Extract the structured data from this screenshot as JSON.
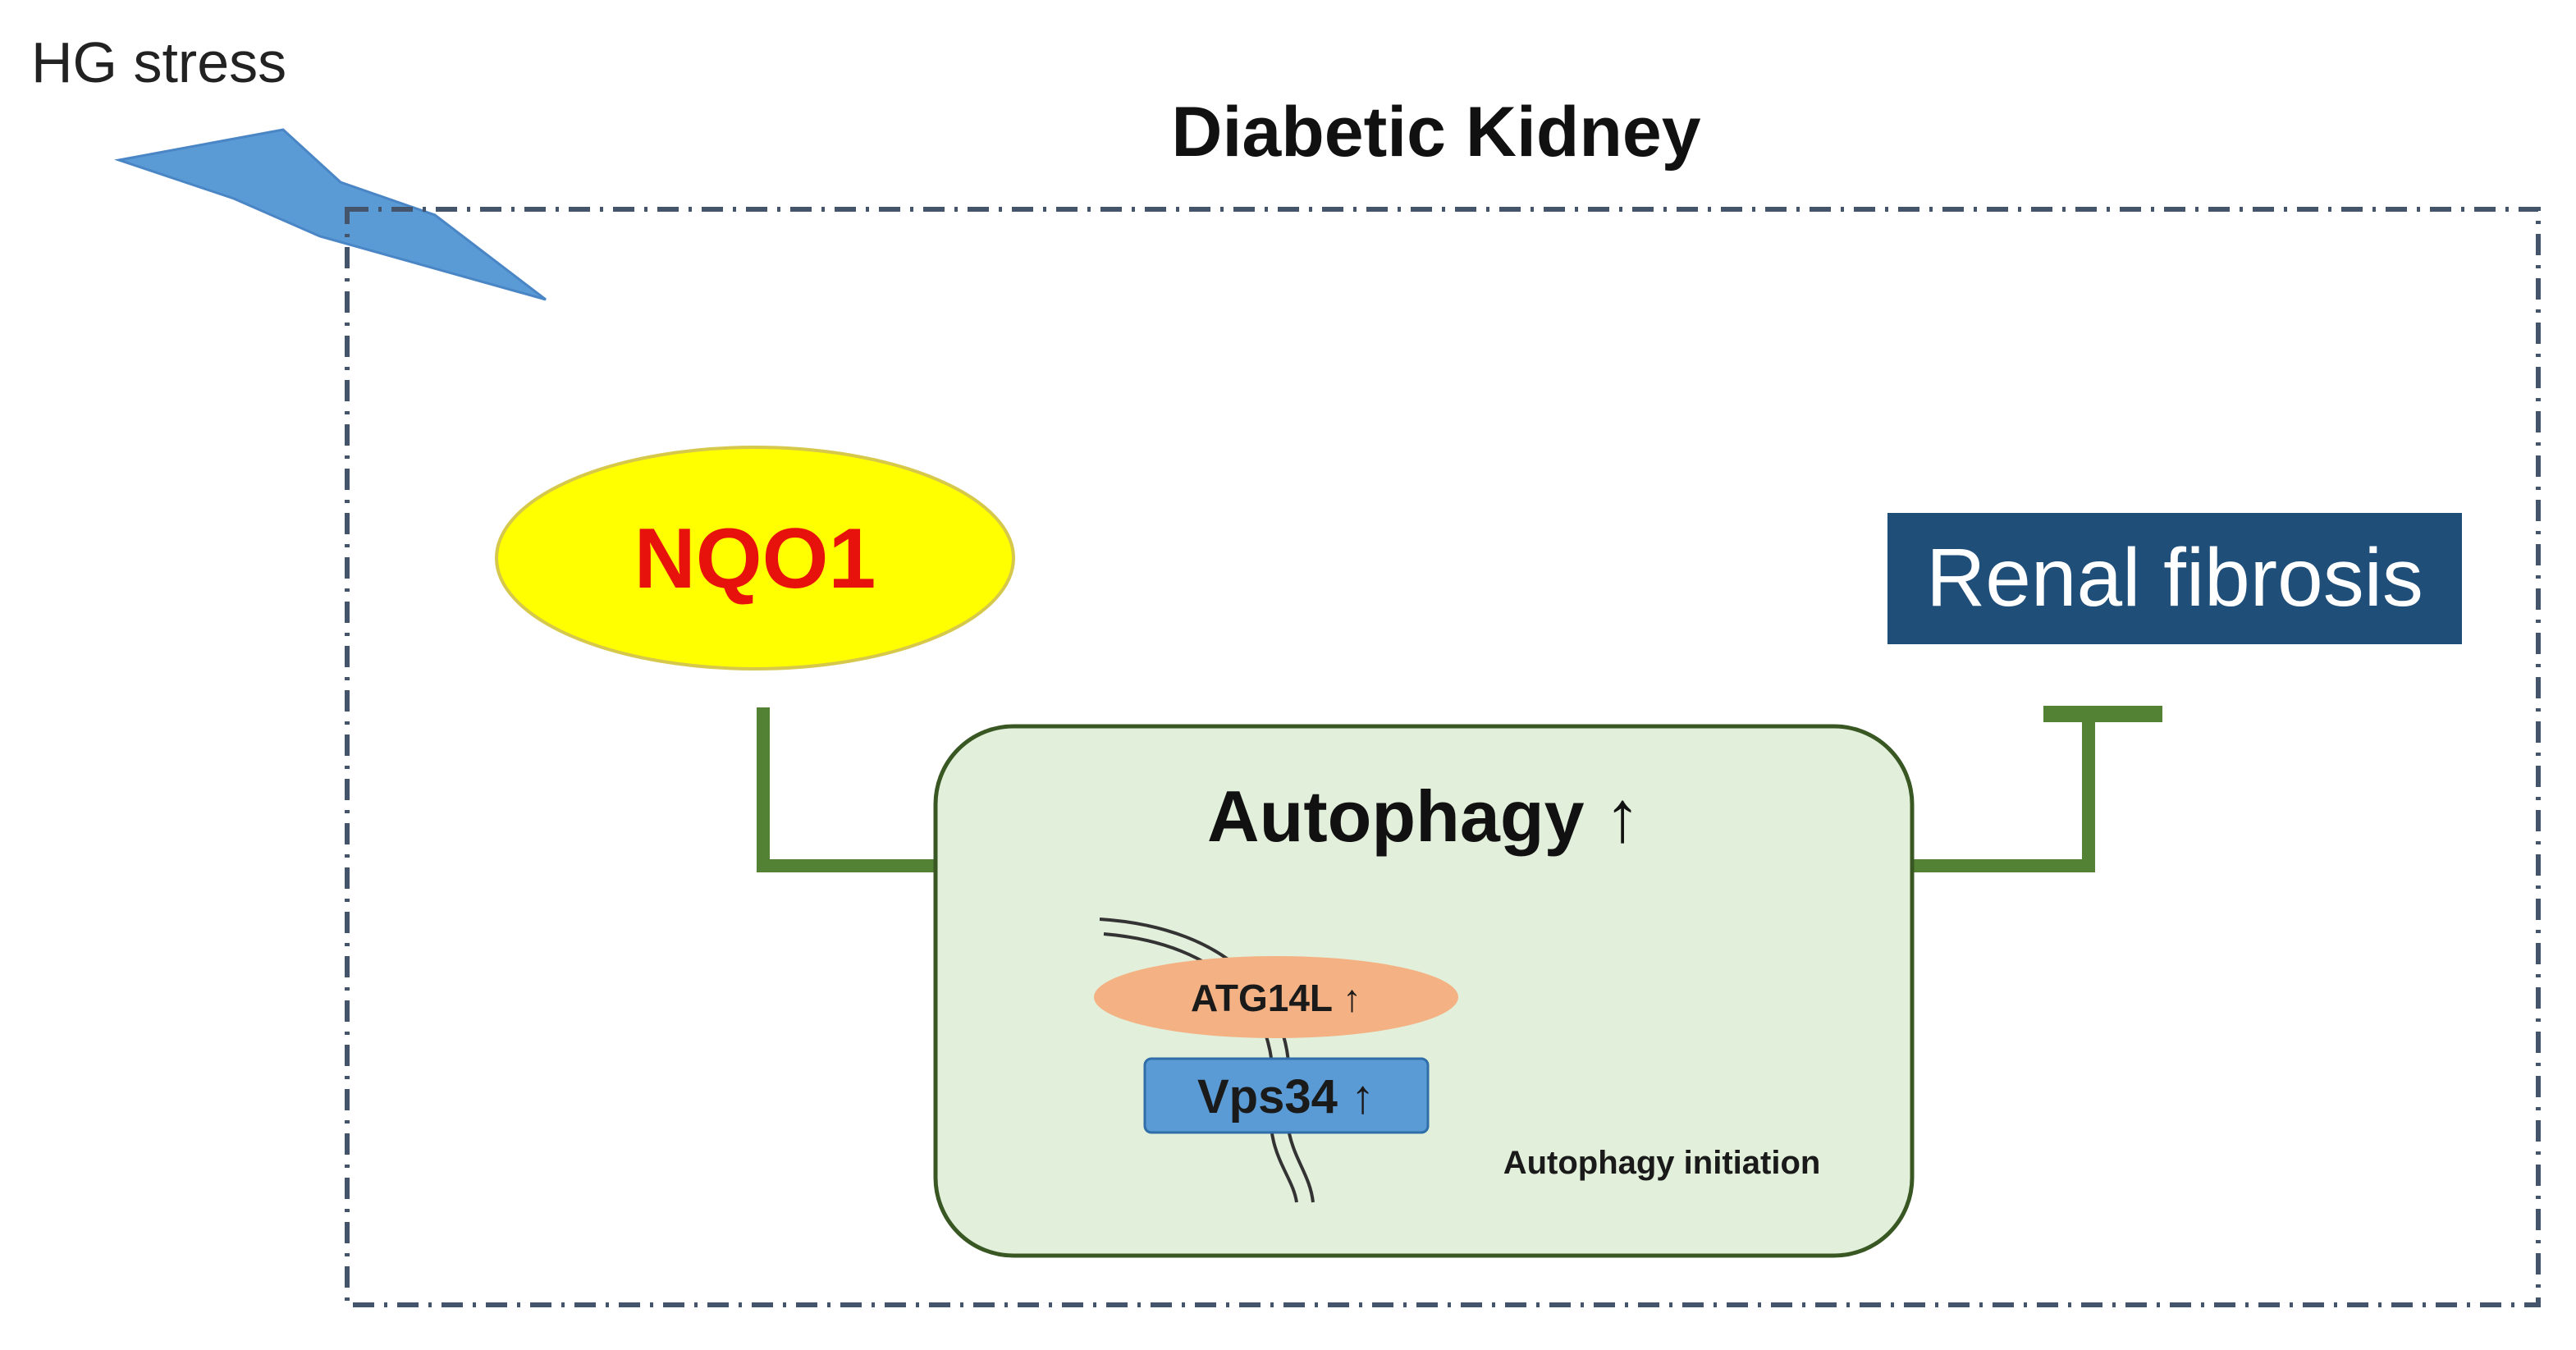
{
  "diagram": {
    "stress_label": "HG stress",
    "title": "Diabetic Kidney",
    "nodes": {
      "nqo1": "NQO1",
      "renal_fibrosis": "Renal fibrosis",
      "autophagy": "Autophagy ↑",
      "atg14l": "ATG14L ↑",
      "vps34": "Vps34 ↑",
      "initiation": "Autophagy initiation"
    },
    "relations": [
      {
        "from": "NQO1",
        "to": "Autophagy",
        "type": "activates"
      },
      {
        "from": "Autophagy",
        "to": "Renal fibrosis",
        "type": "inhibits"
      }
    ],
    "colors": {
      "lightning": "#5b9bd5",
      "border_dash": "#44546a",
      "nqo1_fill": "#ffff00",
      "nqo1_text": "#e8120c",
      "renal_fill": "#1f4e79",
      "autophagy_fill": "#e2efda",
      "autophagy_stroke": "#385723",
      "connector": "#548235",
      "atg14l_fill": "#f4b183",
      "vps34_fill": "#5b9bd5"
    }
  }
}
